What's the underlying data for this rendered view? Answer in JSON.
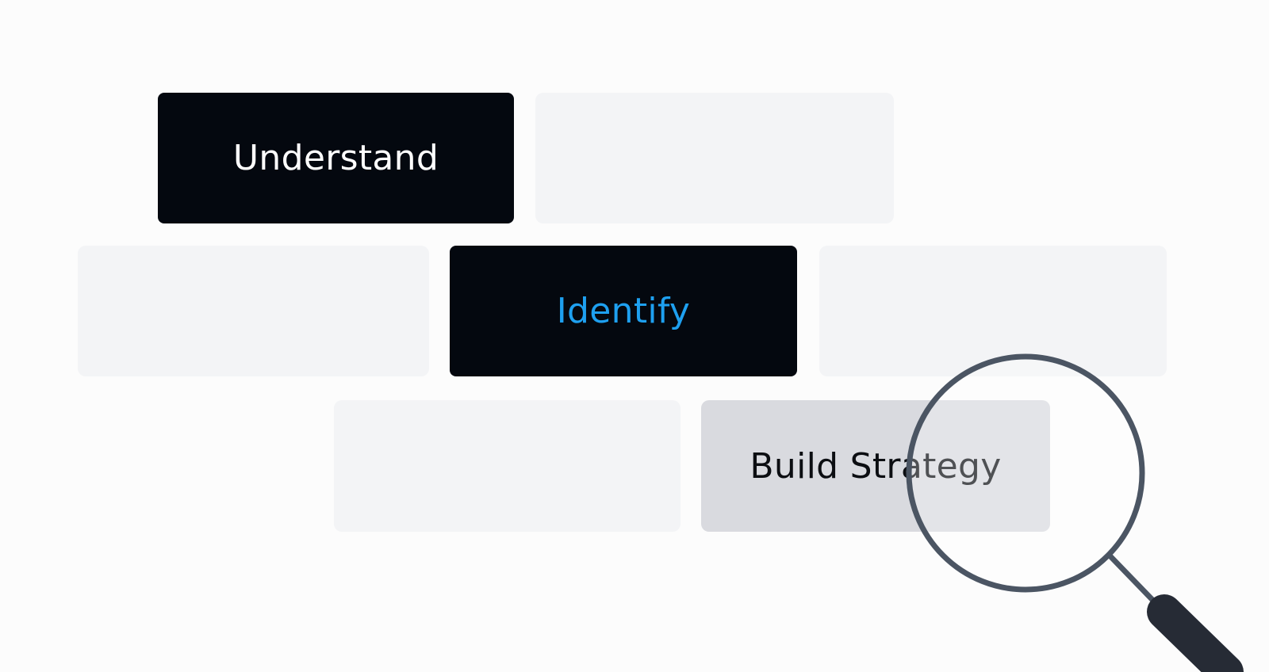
{
  "bricks": {
    "understand": "Understand",
    "identify": "Identify",
    "build_strategy": "Build Strategy"
  },
  "colors": {
    "dark_block": "#04080f",
    "light_block": "#f3f4f6",
    "highlight_block": "#d9dadf",
    "accent": "#1ea0f0",
    "magnifier_ring": "#4b5563",
    "magnifier_handle": "#262b35"
  },
  "icons": {
    "magnifier": "magnifying-glass-icon"
  }
}
